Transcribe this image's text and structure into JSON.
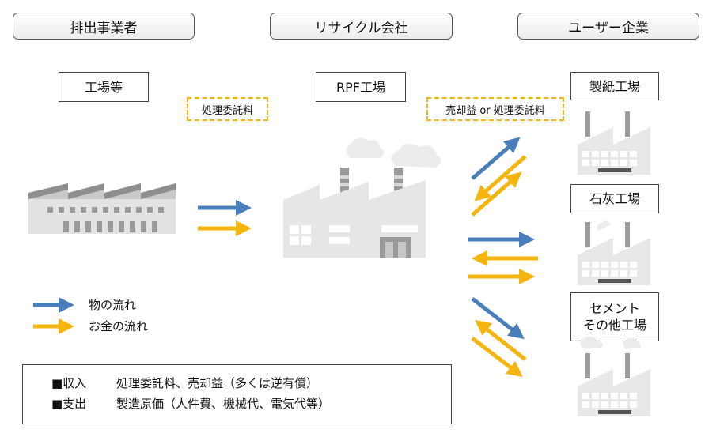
{
  "headers": {
    "emitter": "排出事業者",
    "recycler": "リサイクル会社",
    "user": "ユーザー企業"
  },
  "facilities": {
    "factory": "工場等",
    "rpf_factory": "RPF工場",
    "paper_mill": "製紙工場",
    "lime_plant": "石灰工場",
    "cement_line1": "セメント",
    "cement_line2": "その他工場"
  },
  "fees": {
    "processing_fee": "処理委託料",
    "sale_or_fee": "売却益 or 処理委託料"
  },
  "legend": {
    "goods_flow": "物の流れ",
    "money_flow": "お金の流れ"
  },
  "summary": {
    "income_key": "■収入",
    "income_value": "処理委託料、売却益（多くは逆有償）",
    "expense_key": "■支出",
    "expense_value": "製造原価（人件費、機械代、電気代等）"
  },
  "colors": {
    "goods_arrow": "#4a7ebb",
    "money_arrow": "#f5b50f",
    "building": "#e8e8e8",
    "building_dark": "#9c9c9c",
    "window": "#ffffff",
    "smoke": "#ececec"
  }
}
